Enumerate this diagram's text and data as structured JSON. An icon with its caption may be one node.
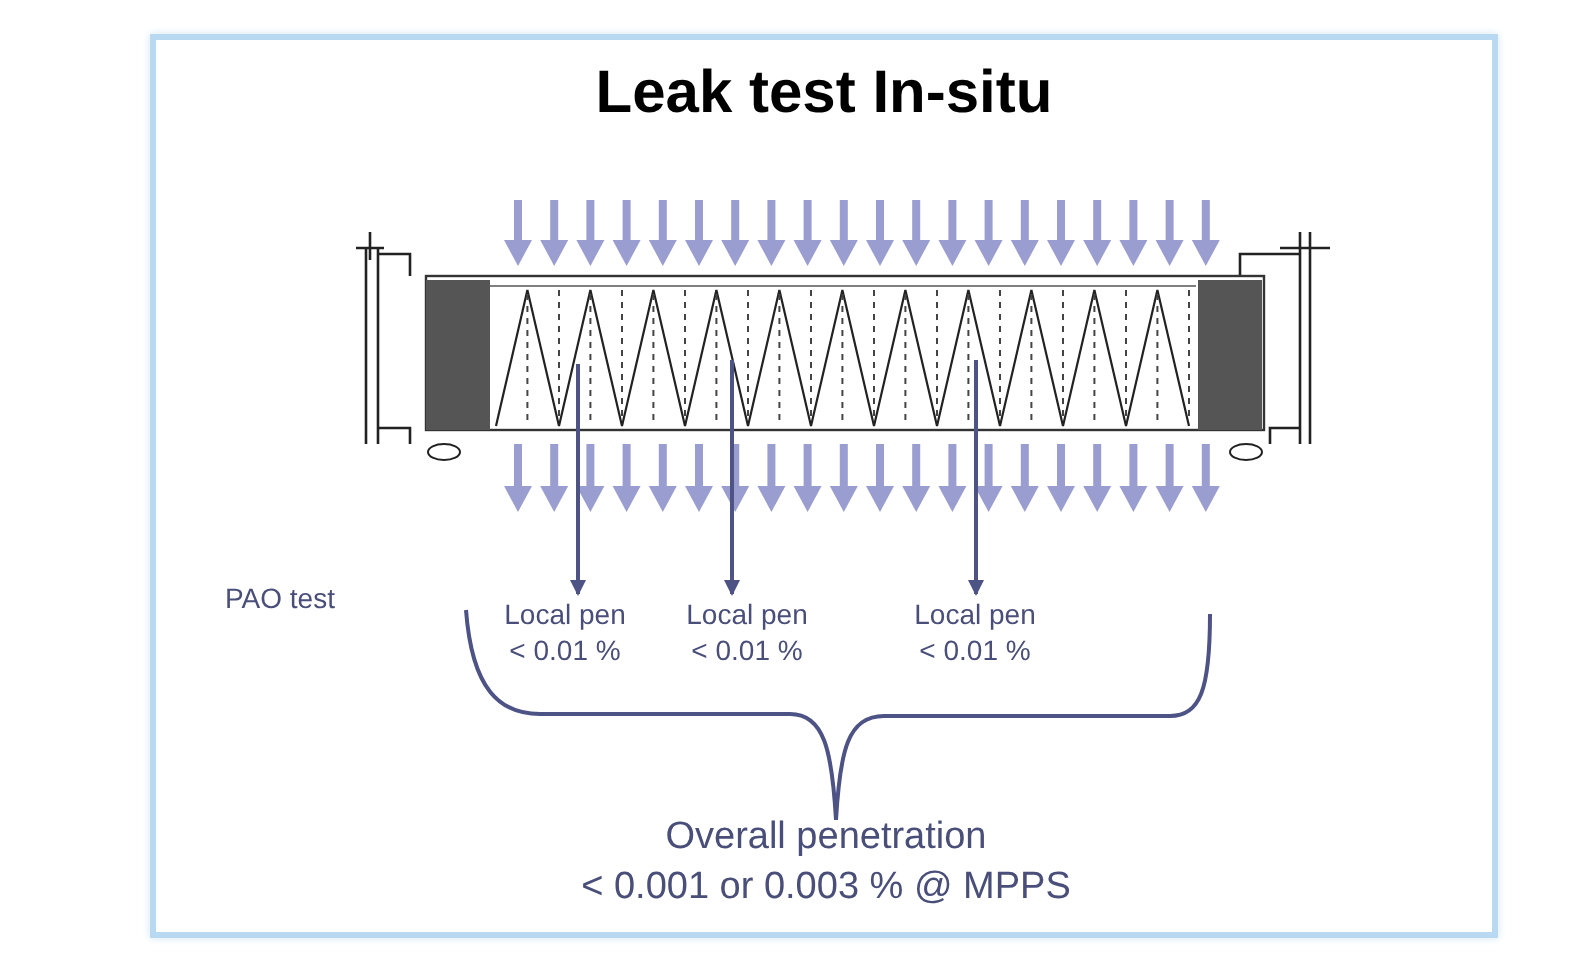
{
  "diagram": {
    "title": "Leak test In-situ",
    "nodes": [
      {
        "text": [],
        "shape": "picture"
      },
      {
        "text": [
          "Local pen < 0.01 %"
        ]
      },
      {
        "text": [
          "Local pen < 0.01 %"
        ]
      },
      {
        "text": [
          "Local pen < 0.01 %"
        ]
      }
    ],
    "edges": [
      {
        "from": 0,
        "to": 1,
        "arrow": "to"
      },
      {
        "from": 0,
        "to": 2,
        "arrow": "to"
      },
      {
        "from": 0,
        "to": 3,
        "arrow": "to"
      }
    ],
    "labels": [
      "PAO test",
      "Overall penetration < 0.001 or 0.003 % @ MPPS"
    ]
  }
}
